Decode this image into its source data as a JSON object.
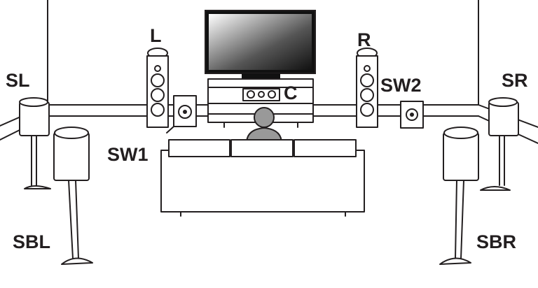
{
  "labels": {
    "front_left": "L",
    "front_right": "R",
    "center": "C",
    "surround_left": "SL",
    "surround_right": "SR",
    "subwoofer_1": "SW1",
    "subwoofer_2": "SW2",
    "surround_back_left": "SBL",
    "surround_back_right": "SBR"
  },
  "colors": {
    "line": "#231f20",
    "seat_person": "#999999"
  }
}
